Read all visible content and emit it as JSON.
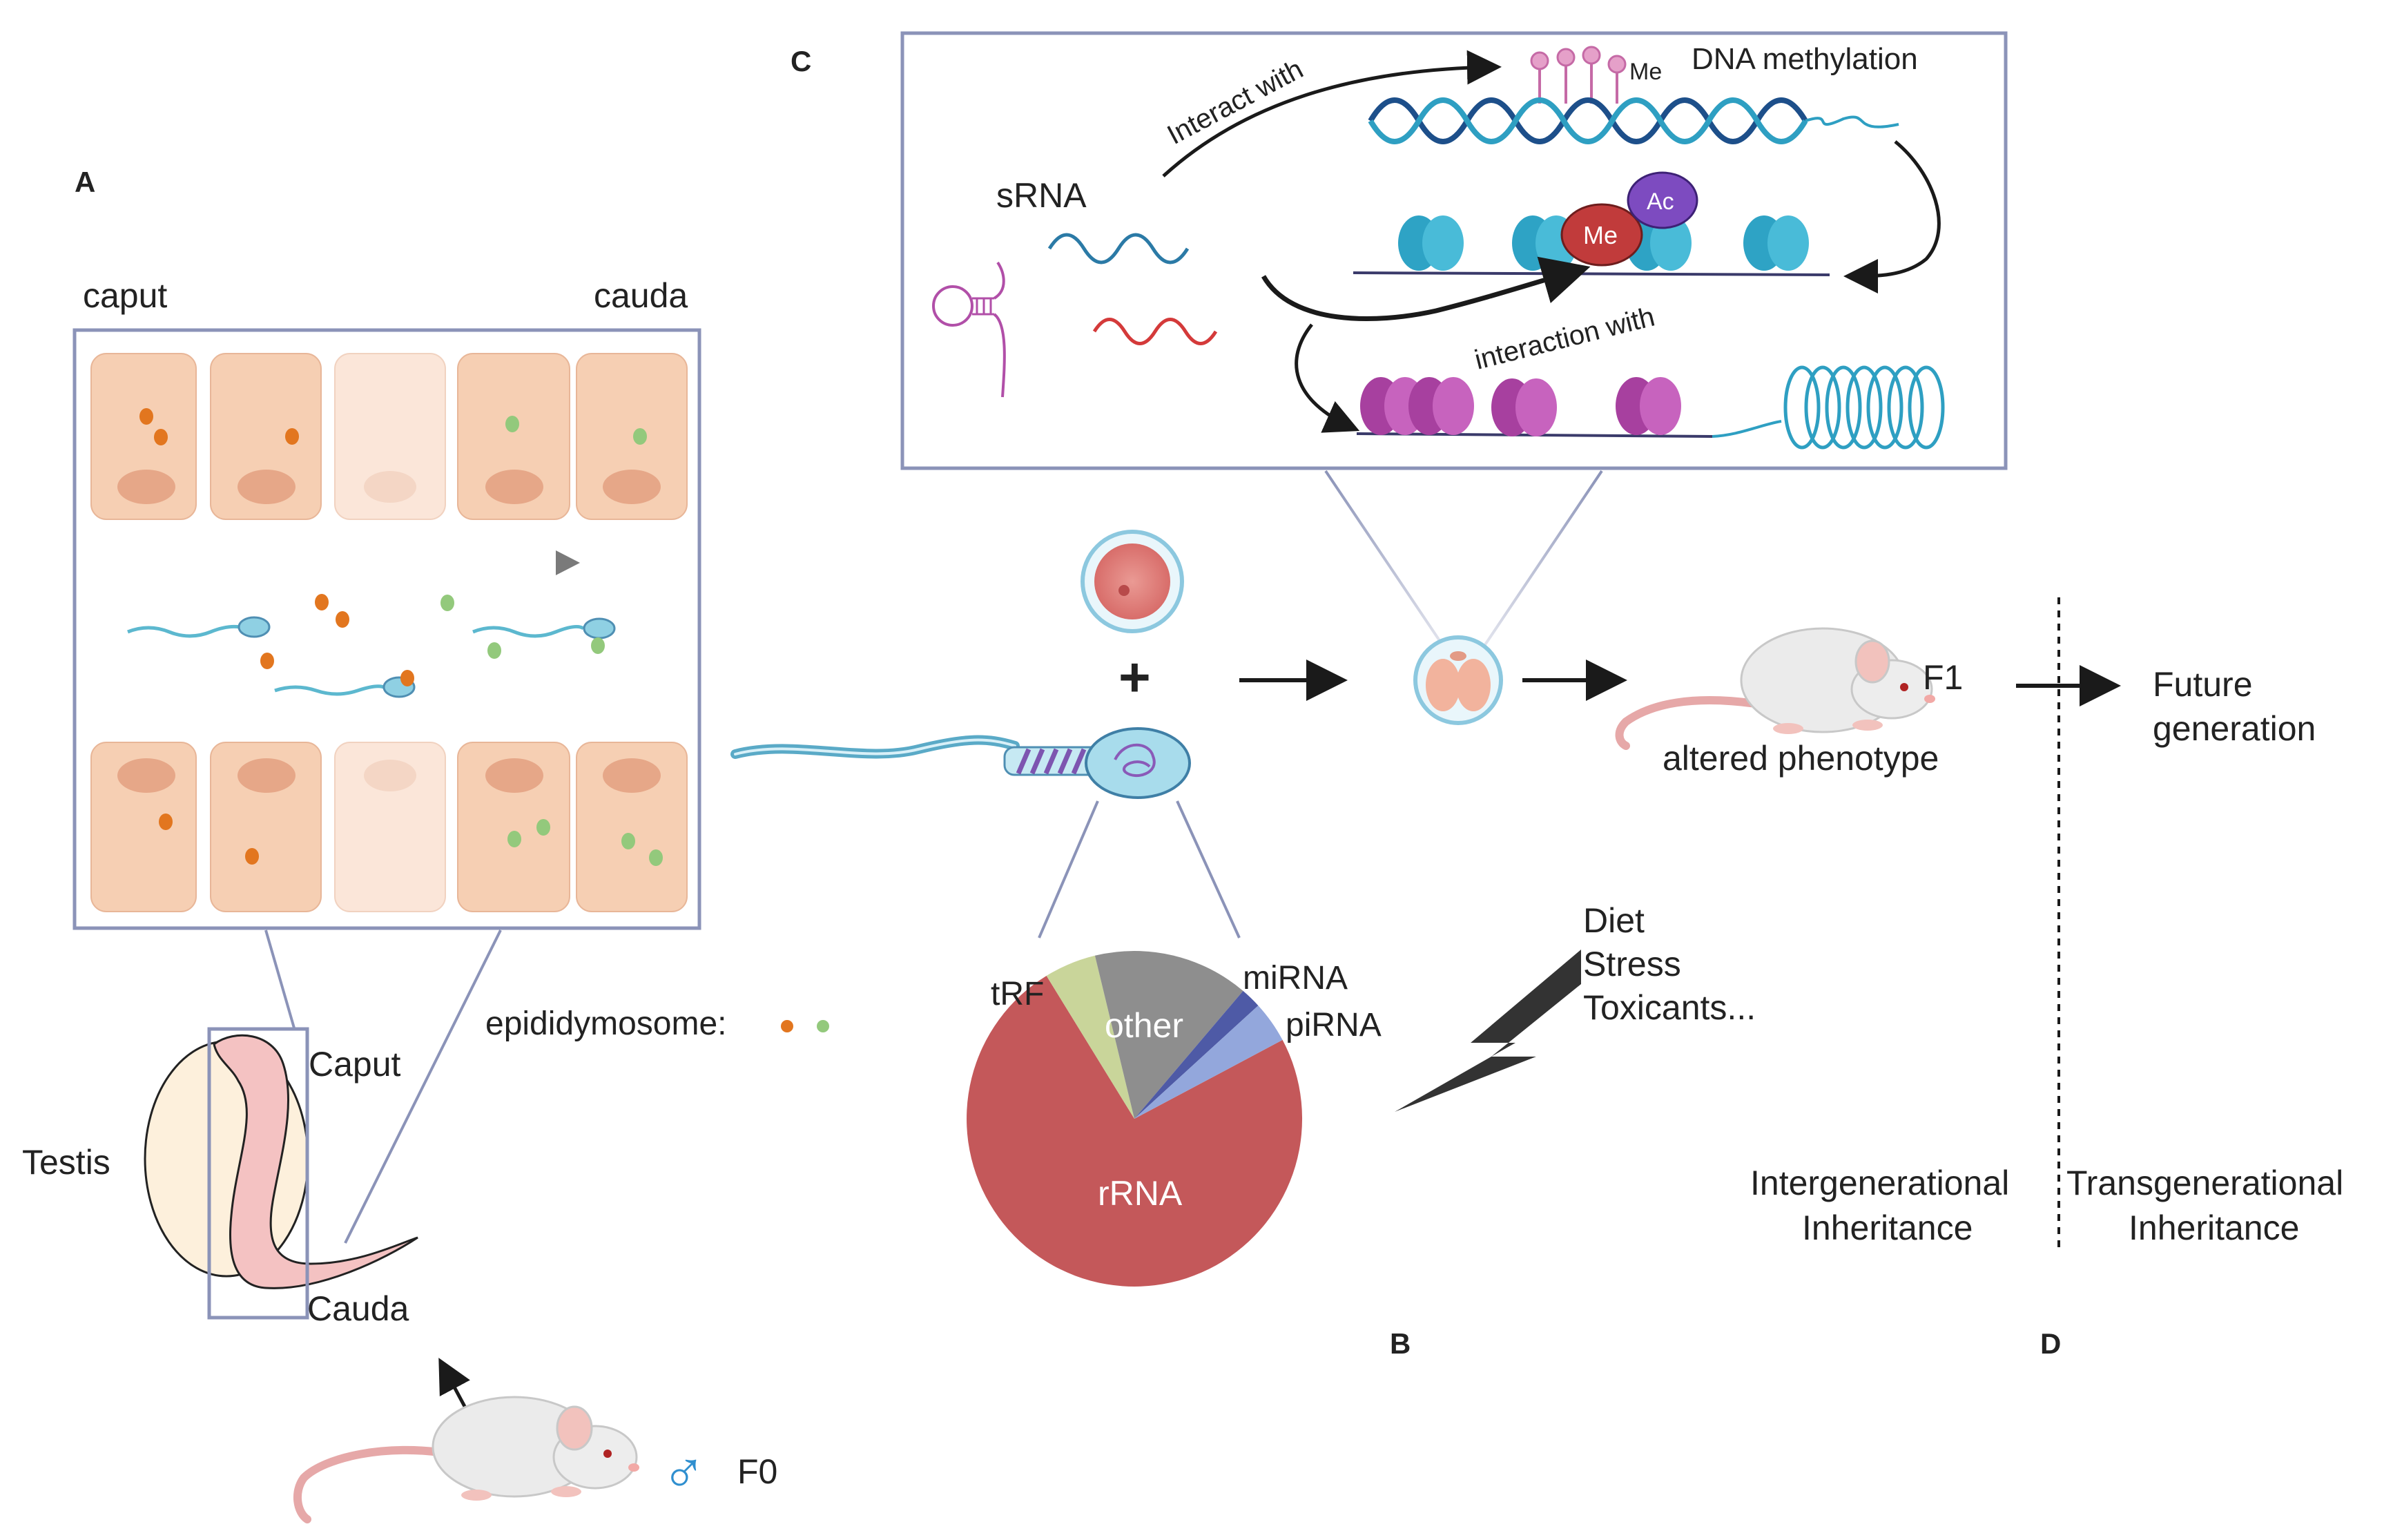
{
  "panels": {
    "a": "A",
    "b": "B",
    "c": "C",
    "d": "D"
  },
  "panel_a": {
    "caput_top": "caput",
    "cauda_top": "cauda",
    "testis": "Testis",
    "caput": "Caput",
    "cauda": "Cauda",
    "epididymosome": "epididymosome:",
    "generation": "F0",
    "male_symbol": "♂"
  },
  "panel_b": {
    "plus": "+",
    "env_factors": [
      "Diet",
      "Stress",
      "Toxicants..."
    ]
  },
  "panel_c": {
    "srna": "sRNA",
    "interact_with": "Interact with",
    "me_tag": "Me",
    "dna_methylation": "DNA methylation",
    "interaction_with": "interaction with",
    "histone_me": "Me",
    "histone_ac": "Ac"
  },
  "panel_d": {
    "f1": "F1",
    "altered_phenotype": "altered phenotype",
    "future_generation": [
      "Future",
      "generation"
    ],
    "intergenerational": [
      "Intergenerational",
      "Inheritance"
    ],
    "transgenerational": [
      "Transgenerational",
      "Inheritance"
    ]
  },
  "colors": {
    "frame": "#8b93b8",
    "cell": "#f6cfb3",
    "nucleus": "#e6a788",
    "orange_vesicle": "#e2761f",
    "green_vesicle": "#93c97c",
    "dna_blue": "#2b7aa6",
    "histone_teal": "#2ea3c5",
    "histone_magenta": "#b14fa8",
    "rrna": "#c4585a",
    "other": "#8e8e8e",
    "trf": "#c9d59a",
    "mirna": "#4e5aa6",
    "pirna": "#93a7dc"
  },
  "chart_data": {
    "type": "pie",
    "slices": [
      {
        "label": "rRNA",
        "value": 74
      },
      {
        "label": "tRF",
        "value": 5
      },
      {
        "label": "other",
        "value": 15
      },
      {
        "label": "miRNA",
        "value": 2
      },
      {
        "label": "piRNA",
        "value": 4
      }
    ]
  }
}
